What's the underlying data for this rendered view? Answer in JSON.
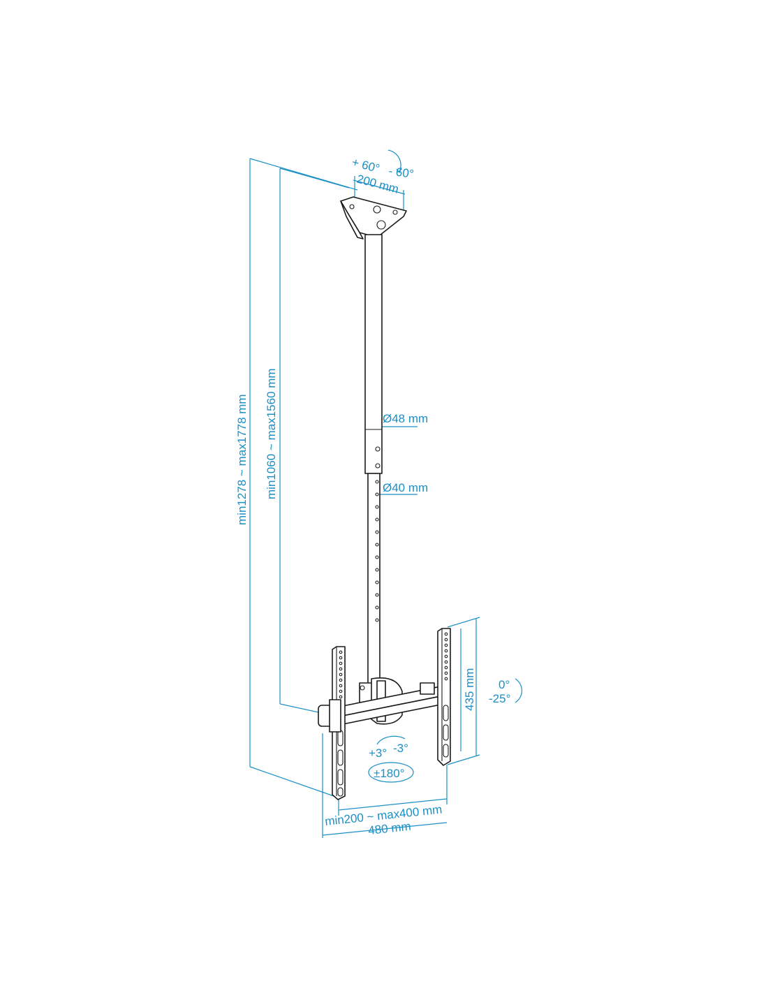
{
  "colors": {
    "dimension": "#1b8fc6",
    "outline": "#1a1a1a",
    "background": "#ffffff"
  },
  "labels": {
    "swivel_plus": "+ 60°",
    "swivel_minus": "- 60°",
    "ceiling_plate_width": "200 mm",
    "total_height": "min1278 ~ max1778 mm",
    "pole_height": "min1060 ~ max1560 mm",
    "upper_pole_diameter": "Ø48 mm",
    "lower_pole_diameter": "Ø40 mm",
    "bracket_height": "435 mm",
    "tilt_top": "0°",
    "tilt_bottom": "-25°",
    "level_plus": "+3°",
    "level_minus": "-3°",
    "rotation": "±180°",
    "vesa_span": "min200 ~ max400 mm",
    "bracket_width": "480 mm"
  }
}
